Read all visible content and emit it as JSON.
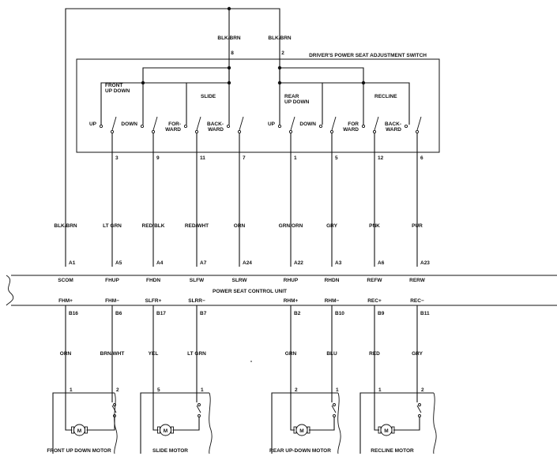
{
  "top_wires": {
    "left": "BLK/BRN",
    "right": "BLK/BRN"
  },
  "switch": {
    "title": "DRIVER'S POWER SEAT ADJUSTMENT SWITCH",
    "pins_in": {
      "left": "8",
      "right": "2"
    },
    "groups": [
      {
        "label_l1": "FRONT",
        "label_l2": "UP DOWN"
      },
      {
        "label_l1": "SLIDE",
        "label_l2": ""
      },
      {
        "label_l1": "REAR",
        "label_l2": "UP DOWN"
      },
      {
        "label_l1": "RECLINE",
        "label_l2": ""
      }
    ],
    "contacts": [
      {
        "l1": "UP",
        "l2": "",
        "pin": "3"
      },
      {
        "l1": "DOWN",
        "l2": "",
        "pin": "9"
      },
      {
        "l1": "FOR-",
        "l2": "WARD",
        "pin": "11"
      },
      {
        "l1": "BACK-",
        "l2": "WARD",
        "pin": "7"
      },
      {
        "l1": "UP",
        "l2": "",
        "pin": "1"
      },
      {
        "l1": "DOWN",
        "l2": "",
        "pin": "5"
      },
      {
        "l1": "FOR",
        "l2": "WARD",
        "pin": "12"
      },
      {
        "l1": "BACK-",
        "l2": "WARD",
        "pin": "6"
      }
    ]
  },
  "upper_wires": [
    {
      "color": "BLK/BRN",
      "pin": "A1",
      "signal": "SCOM"
    },
    {
      "color": "LT GRN",
      "pin": "A5",
      "signal": "FHUP"
    },
    {
      "color": "RED/BLK",
      "pin": "A4",
      "signal": "FHDN"
    },
    {
      "color": "RED/WHT",
      "pin": "A7",
      "signal": "SLFW"
    },
    {
      "color": "ORN",
      "pin": "A24",
      "signal": "SLRW"
    },
    {
      "color": "GRN/ORN",
      "pin": "A22",
      "signal": "RHUP"
    },
    {
      "color": "GRY",
      "pin": "A3",
      "signal": "RHDN"
    },
    {
      "color": "PNK",
      "pin": "A6",
      "signal": "REFW"
    },
    {
      "color": "PUR",
      "pin": "A23",
      "signal": "RERW"
    }
  ],
  "unit": {
    "title": "POWER SEAT CONTROL UNIT"
  },
  "lower_wires": [
    {
      "signal": "FHM+",
      "pin": "B16",
      "color": "ORN",
      "motor_pin": "1"
    },
    {
      "signal": "FHM−",
      "pin": "B6",
      "color": "BRN/WHT",
      "motor_pin": "2"
    },
    {
      "signal": "SLFR+",
      "pin": "B17",
      "color": "YEL",
      "motor_pin": "5"
    },
    {
      "signal": "SLRR−",
      "pin": "B7",
      "color": "LT GRN",
      "motor_pin": "1"
    },
    {
      "signal": "RHM+",
      "pin": "B2",
      "color": "GRN",
      "motor_pin": "2"
    },
    {
      "signal": "RHM−",
      "pin": "B10",
      "color": "BLU",
      "motor_pin": "1"
    },
    {
      "signal": "REC+",
      "pin": "B9",
      "color": "RED",
      "motor_pin": "1"
    },
    {
      "signal": "REC−",
      "pin": "B11",
      "color": "GRY",
      "motor_pin": "2"
    }
  ],
  "motors": [
    {
      "symbol": "M",
      "name": "FRONT UP DOWN MOTOR"
    },
    {
      "symbol": "M",
      "name": "SLIDE MOTOR"
    },
    {
      "symbol": "M",
      "name": "REAR UP-DOWN MOTOR"
    },
    {
      "symbol": "M",
      "name": "RECLINE MOTOR"
    }
  ]
}
